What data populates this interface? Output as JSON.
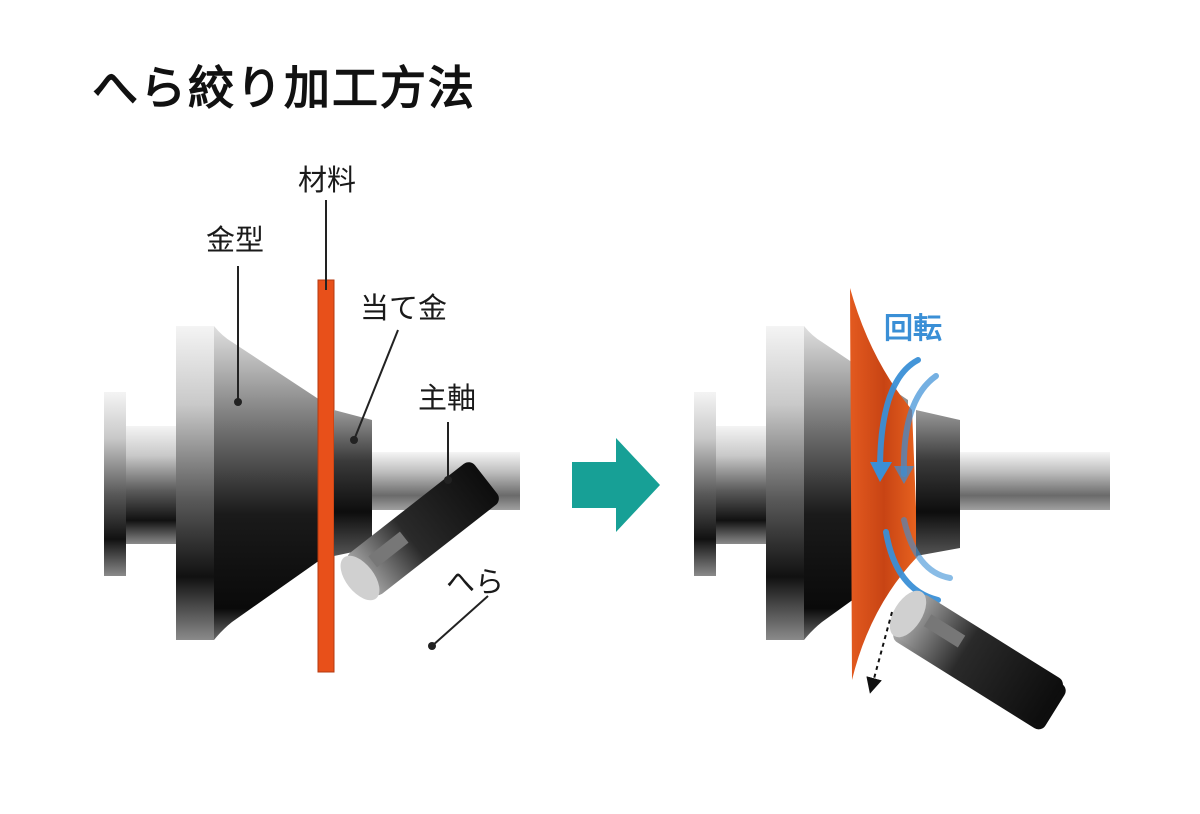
{
  "title": "へら絞り加工方法",
  "labels": {
    "material": "材料",
    "mold": "金型",
    "backing": "当て金",
    "spindle": "主軸",
    "spatula": "へら",
    "rotation": "回転"
  },
  "colors": {
    "material": "#e8501a",
    "arrow": "#17a096",
    "rotation": "#3a8fd6"
  }
}
